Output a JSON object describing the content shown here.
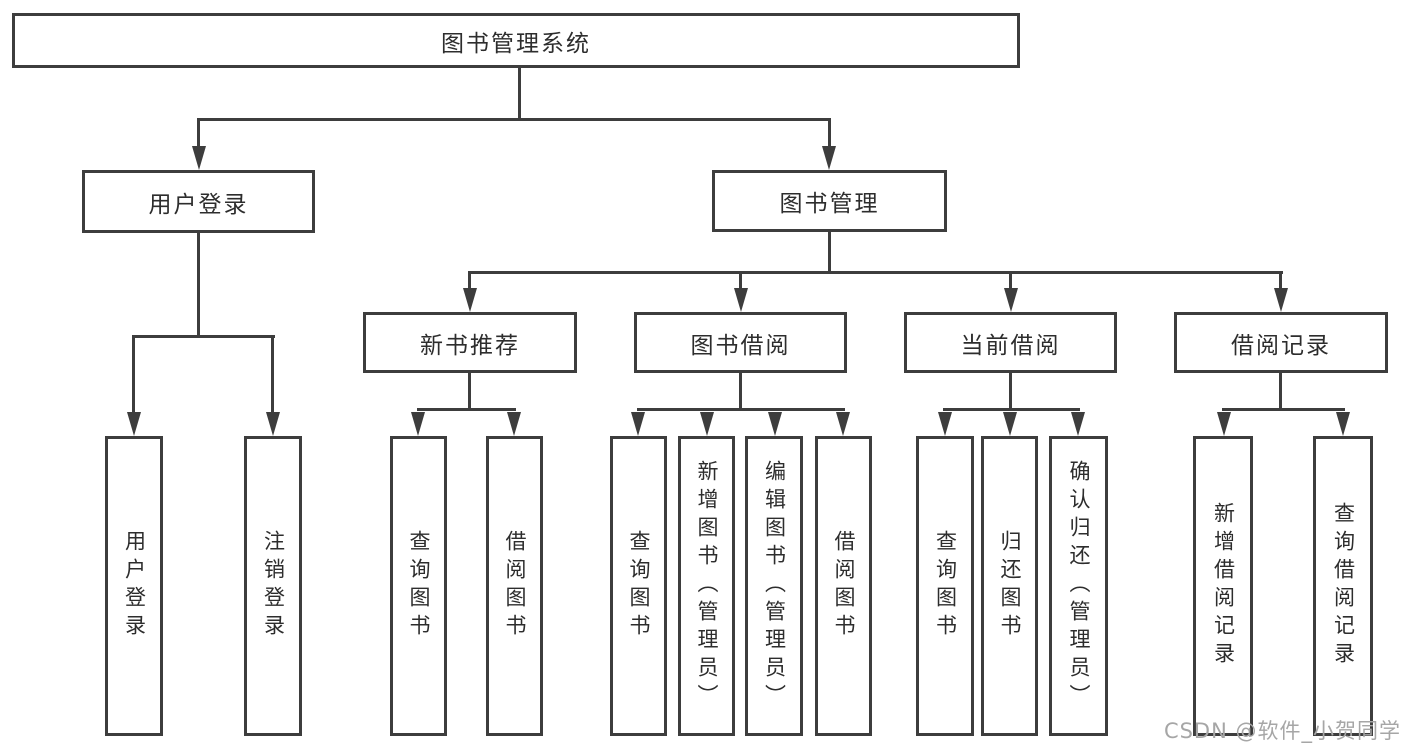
{
  "tree": {
    "root": {
      "label": "图书管理系统"
    },
    "level1": [
      {
        "label": "用户登录",
        "children": [
          "用户登录",
          "注销登录"
        ]
      },
      {
        "label": "图书管理"
      }
    ],
    "level2": [
      {
        "label": "新书推荐",
        "children": [
          "查询图书",
          "借阅图书"
        ]
      },
      {
        "label": "图书借阅",
        "children": [
          "查询图书",
          "新增图书（管理员）",
          "编辑图书（管理员）",
          "借阅图书"
        ]
      },
      {
        "label": "当前借阅",
        "children": [
          "查询图书",
          "归还图书",
          "确认归还（管理员）"
        ]
      },
      {
        "label": "借阅记录",
        "children": [
          "新增借阅记录",
          "查询借阅记录"
        ]
      }
    ]
  },
  "watermark": {
    "text": "CSDN @软件_小贺同学"
  },
  "colors": {
    "line": "#3d3d3d",
    "text": "#2d2d2d",
    "background": "#ffffff",
    "watermark": "#a6a6a6"
  }
}
